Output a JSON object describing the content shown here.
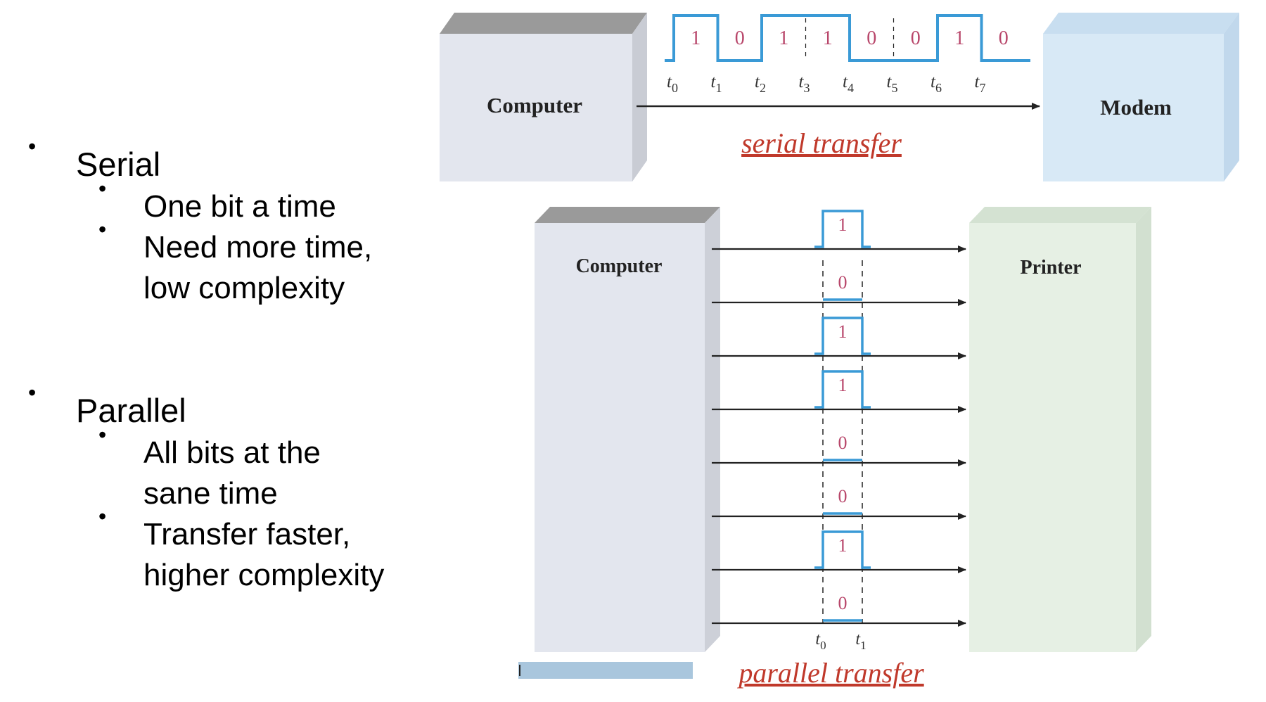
{
  "bullets": {
    "serial": {
      "heading": "Serial",
      "points": [
        "One bit a time",
        "Need more time,",
        "low complexity"
      ]
    },
    "parallel": {
      "heading": "Parallel",
      "points": [
        "All bits at the",
        "sane time",
        "Transfer faster,",
        "higher complexity"
      ]
    }
  },
  "serial_diagram": {
    "source_label": "Computer",
    "dest_label": "Modem",
    "caption": "serial transfer",
    "bits": [
      "1",
      "0",
      "1",
      "1",
      "0",
      "0",
      "1",
      "0"
    ],
    "time_labels": [
      {
        "base": "t",
        "sub": "0"
      },
      {
        "base": "t",
        "sub": "1"
      },
      {
        "base": "t",
        "sub": "2"
      },
      {
        "base": "t",
        "sub": "3"
      },
      {
        "base": "t",
        "sub": "4"
      },
      {
        "base": "t",
        "sub": "5"
      },
      {
        "base": "t",
        "sub": "6"
      },
      {
        "base": "t",
        "sub": "7"
      }
    ]
  },
  "parallel_diagram": {
    "source_label": "Computer",
    "dest_label": "Printer",
    "caption": "parallel transfer",
    "bits": [
      "1",
      "0",
      "1",
      "1",
      "0",
      "0",
      "1",
      "0"
    ],
    "time_labels": [
      {
        "base": "t",
        "sub": "0"
      },
      {
        "base": "t",
        "sub": "1"
      }
    ]
  },
  "colors": {
    "signal": "#3a9ad6",
    "bit_text": "#b8466a",
    "caption": "#c0392b",
    "computer_box": "#e3e6ee",
    "modem_box": "#d8e9f6",
    "printer_box": "#e6f0e4",
    "box_top": "#9a9a9a",
    "legend_bar": "#a9c6dd"
  }
}
